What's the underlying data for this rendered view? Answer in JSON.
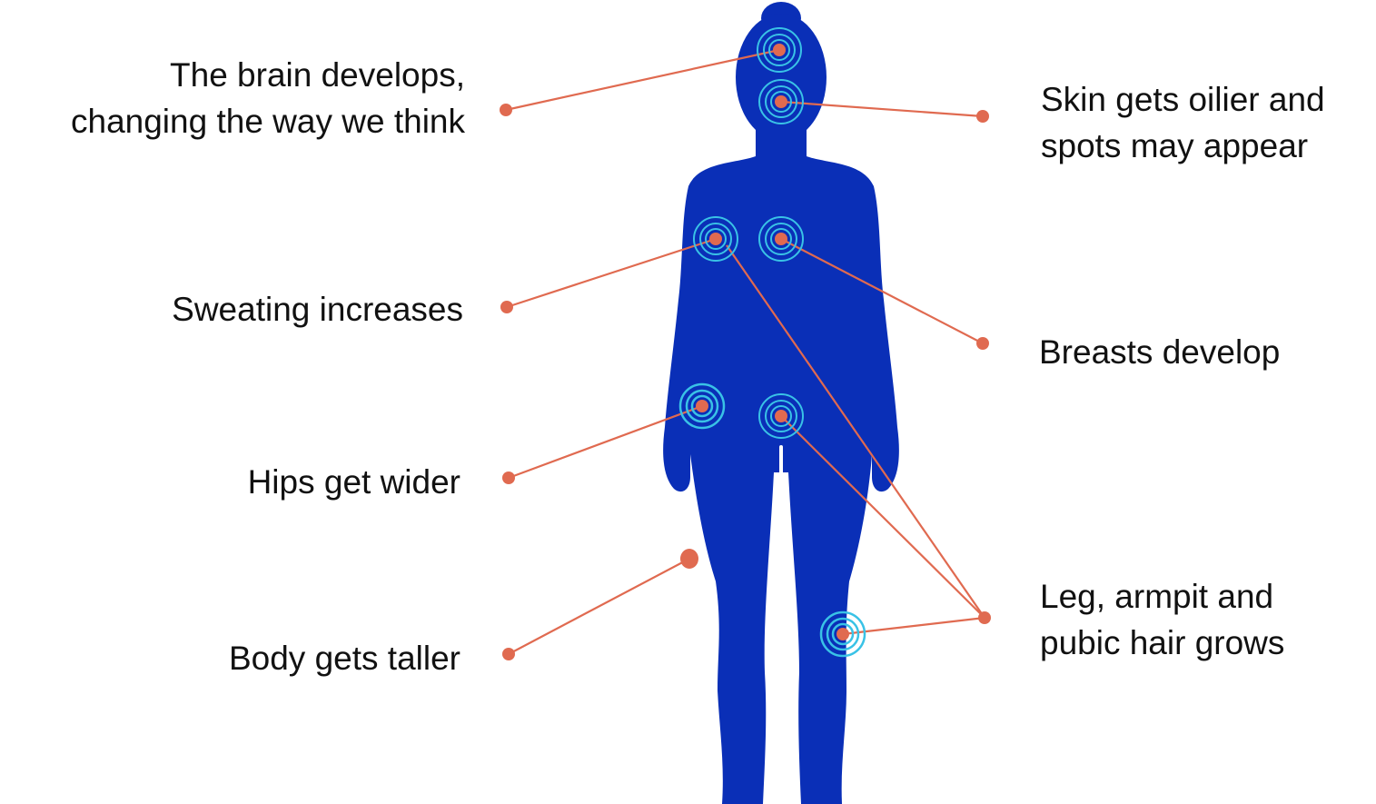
{
  "colors": {
    "body": "#0a2fb7",
    "accent": "#e06a50",
    "ring": "#39c2e6",
    "text": "#111111"
  },
  "labels": {
    "brain": [
      "The brain develops,",
      "changing the way we think"
    ],
    "sweat": [
      "Sweating increases"
    ],
    "hips": [
      "Hips get wider"
    ],
    "taller": [
      "Body gets taller"
    ],
    "skin": [
      "Skin gets oilier and",
      "spots may appear"
    ],
    "breasts": [
      "Breasts develop"
    ],
    "hair": [
      "Leg, armpit and",
      "pubic hair grows"
    ]
  }
}
